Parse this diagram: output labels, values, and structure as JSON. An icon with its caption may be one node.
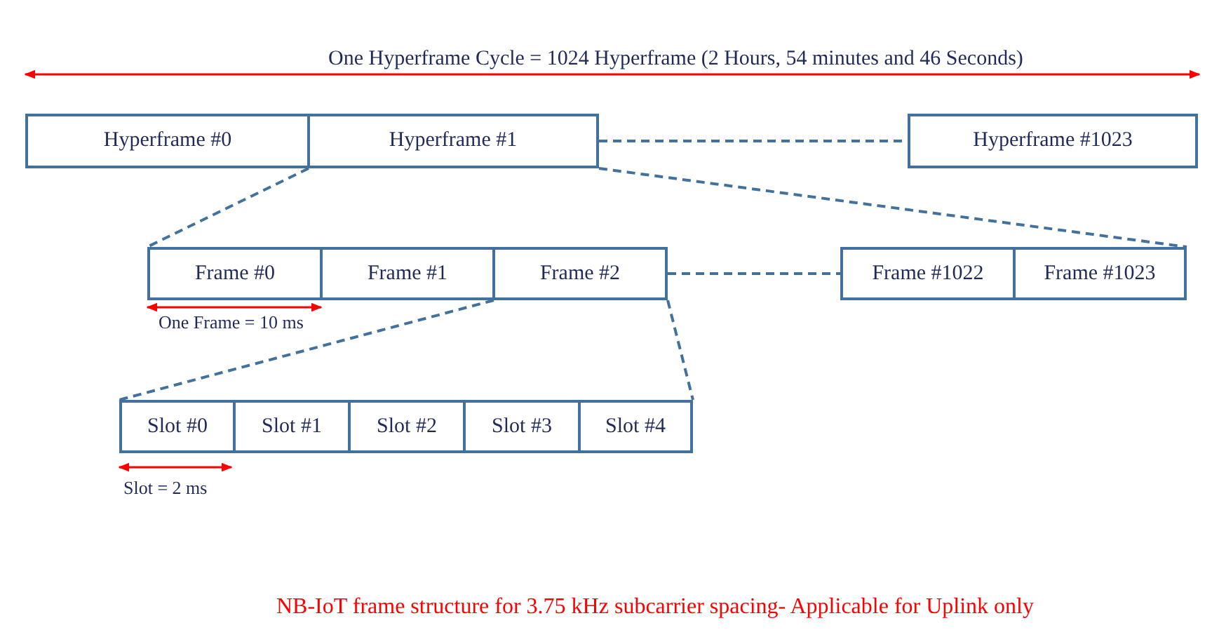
{
  "diagram": {
    "caption": "NB-IoT frame structure for 3.75 kHz subcarrier spacing- Applicable for Uplink only",
    "nodes": [
      {
        "text": [
          "Hyperframe #0"
        ]
      },
      {
        "text": [
          "Hyperframe #1"
        ]
      },
      {
        "text": [
          "Hyperframe #1023"
        ]
      },
      {
        "text": [
          "Frame #0"
        ]
      },
      {
        "text": [
          "Frame #1"
        ]
      },
      {
        "text": [
          "Frame #2"
        ]
      },
      {
        "text": [
          "Frame #1022"
        ]
      },
      {
        "text": [
          "Frame #1023"
        ]
      },
      {
        "text": [
          "Slot #0"
        ]
      },
      {
        "text": [
          "Slot #1"
        ]
      },
      {
        "text": [
          "Slot #2"
        ]
      },
      {
        "text": [
          "Slot #3"
        ]
      },
      {
        "text": [
          "Slot #4"
        ]
      }
    ],
    "edges": [
      {
        "from": 1,
        "to": 2,
        "arrow": "none",
        "style": "dashed"
      },
      {
        "from": 1,
        "to": 3,
        "arrow": "none",
        "style": "dashed"
      },
      {
        "from": 1,
        "to": 7,
        "arrow": "none",
        "style": "dashed"
      },
      {
        "from": 5,
        "to": 6,
        "arrow": "none",
        "style": "dashed"
      },
      {
        "from": 5,
        "to": 8,
        "arrow": "none",
        "style": "dashed"
      },
      {
        "from": 5,
        "to": 12,
        "arrow": "none",
        "style": "dashed"
      }
    ],
    "labels": [
      "One Hyperframe Cycle = 1024 Hyperframe (2 Hours, 54 minutes and 46 Seconds)",
      "One Frame = 10 ms",
      "Slot = 2 ms"
    ]
  }
}
